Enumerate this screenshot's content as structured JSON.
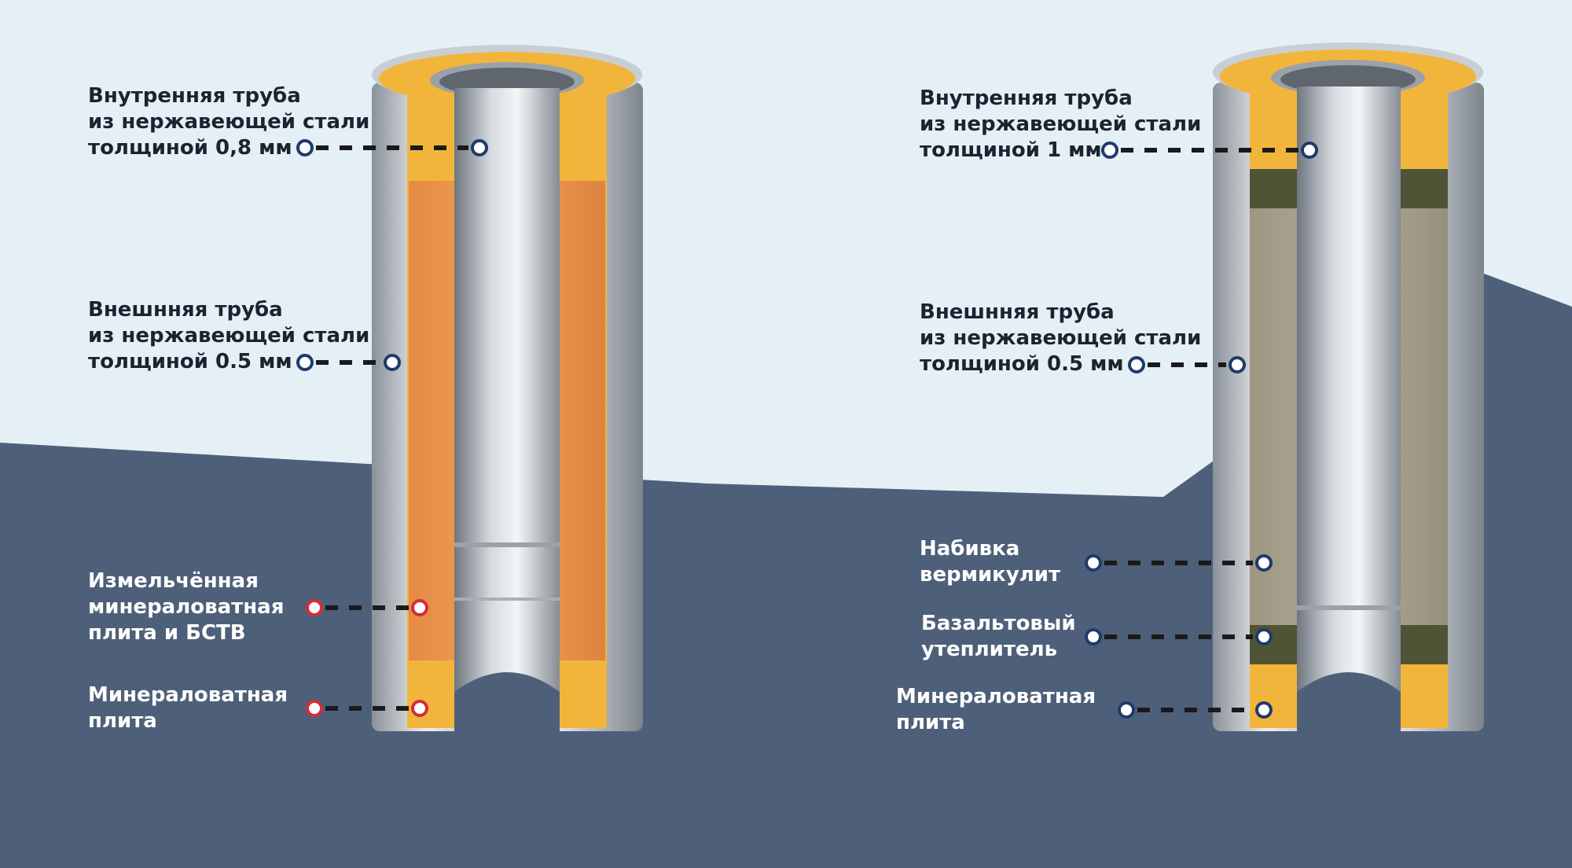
{
  "colors": {
    "bg_light": "#e4eff6",
    "bg_dark": "#4e6079",
    "steel_light": "#e9ecef",
    "steel_dark": "#8e959d",
    "mineral_slab": "#f2b53c",
    "crushed_slab": "#e8914a",
    "vermiculite": "#a39d8a",
    "basalt": "#4f5436",
    "marker_steel": "#1f3b6a",
    "marker_insulation": "#d42c3a",
    "leader": "#1a1a1a"
  },
  "left_pipe": {
    "labels": {
      "inner_tube": [
        "Внутренняя труба",
        "из нержавеющей стали",
        "толщиной 0,8 мм"
      ],
      "outer_tube": [
        "Внешнняя труба",
        "из нержавеющей стали",
        "толщиной 0.5 мм"
      ],
      "crushed_slab": [
        "Измельчённая",
        "минераловатная",
        "плита и БСТВ"
      ],
      "mineral_slab": [
        "Минераловатная",
        "плита"
      ]
    }
  },
  "right_pipe": {
    "labels": {
      "inner_tube": [
        "Внутренняя труба",
        "из нержавеющей стали",
        "толщиной 1 мм"
      ],
      "outer_tube": [
        "Внешнняя труба",
        "из нержавеющей стали",
        "толщиной 0.5 мм"
      ],
      "vermiculite": [
        "Набивка",
        "вермикулит"
      ],
      "basalt": [
        "Базальтовый",
        "утеплитель"
      ],
      "mineral_slab": [
        "Минераловатная",
        "плита"
      ]
    }
  }
}
